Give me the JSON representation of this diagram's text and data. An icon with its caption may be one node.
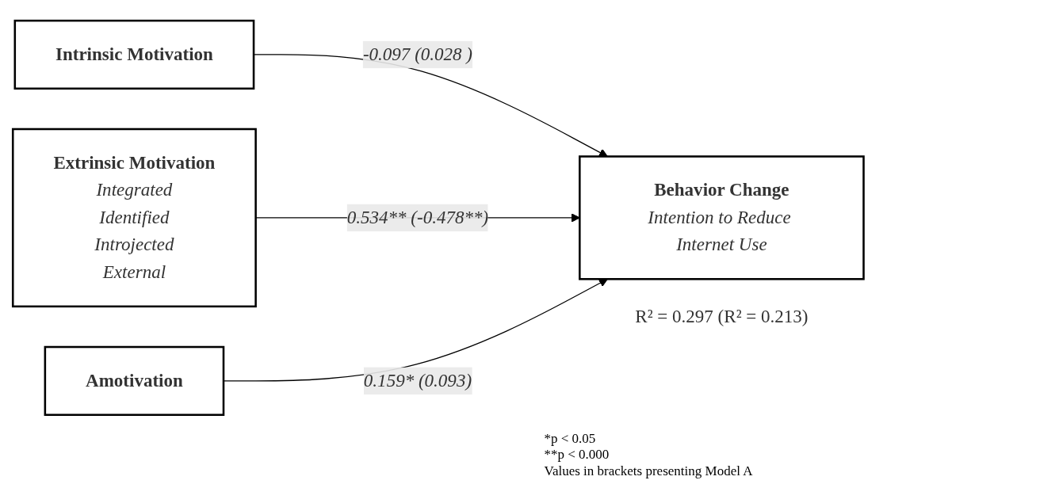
{
  "diagram": {
    "nodes": [
      {
        "text": [
          "Intrinsic Motivation"
        ]
      },
      {
        "text": [
          "Extrinsic Motivation",
          "Integrated",
          "Identified",
          "Introjected",
          "External"
        ]
      },
      {
        "text": [
          "Amotivation"
        ]
      },
      {
        "text": [
          "Behavior Change",
          "Intention to Reduce Internet Use"
        ],
        "beside": [
          "R² = 0.297 (R² = 0.213)"
        ]
      }
    ],
    "edges": [
      {
        "from": 0,
        "to": 3,
        "arrow": "to",
        "label": "-0.097 (0.028 )"
      },
      {
        "from": 1,
        "to": 3,
        "arrow": "to",
        "label": "0.534** (-0.478**)"
      },
      {
        "from": 2,
        "to": 3,
        "arrow": "to",
        "label": "0.159* (0.093)"
      }
    ],
    "labels": [
      "*p < 0.05",
      "**p < 0.000",
      "Values in brackets presenting Model A"
    ]
  }
}
